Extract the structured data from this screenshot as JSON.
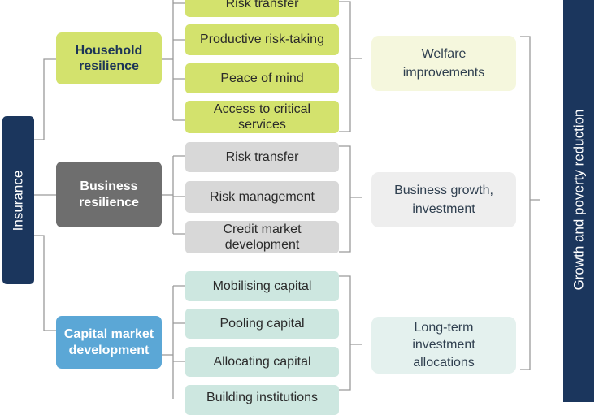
{
  "diagram": {
    "left_bar": "Insurance",
    "right_bar": "Growth and poverty reduction",
    "groups": [
      {
        "title": "Household resilience",
        "items": [
          "Risk transfer",
          "Productive risk-taking",
          "Peace of mind",
          "Access to critical services"
        ],
        "outcome": "Welfare improvements",
        "colors": {
          "node": "#d3e26d",
          "item": "#d3e26d",
          "outcome": "#f5f7dd"
        }
      },
      {
        "title": "Business resilience",
        "items": [
          "Risk transfer",
          "Risk management",
          "Credit market development"
        ],
        "outcome": "Business growth, investment",
        "colors": {
          "node": "#6e6e6e",
          "item": "#d8d8d8",
          "outcome": "#eeeeee"
        }
      },
      {
        "title": "Capital market development",
        "items": [
          "Mobilising capital",
          "Pooling capital",
          "Allocating capital",
          "Building institutions"
        ],
        "outcome": "Long-term investment allocations",
        "colors": {
          "node": "#5ba7d6",
          "item": "#cde7e0",
          "outcome": "#e4f1ee"
        }
      }
    ]
  }
}
